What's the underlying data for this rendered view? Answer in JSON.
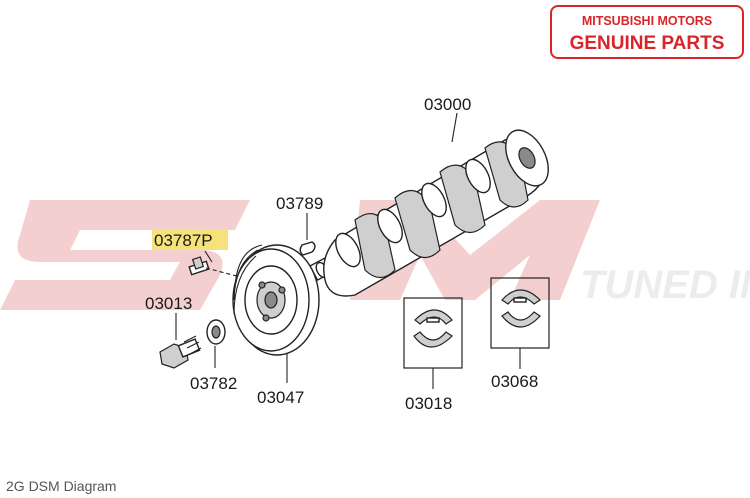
{
  "badge": {
    "line1": "MITSUBISHI MOTORS",
    "line2": "GENUINE PARTS",
    "color": "#d9252a"
  },
  "watermark": {
    "text": "SM",
    "sub": "TUNED INC."
  },
  "highlight_color": "#f5e27a",
  "parts": {
    "p03000": "03000",
    "p03789": "03789",
    "p03787P": "03787P",
    "p03013": "03013",
    "p03782": "03782",
    "p03047": "03047",
    "p03018": "03018",
    "p03068": "03068"
  },
  "caption": "2G DSM Diagram"
}
